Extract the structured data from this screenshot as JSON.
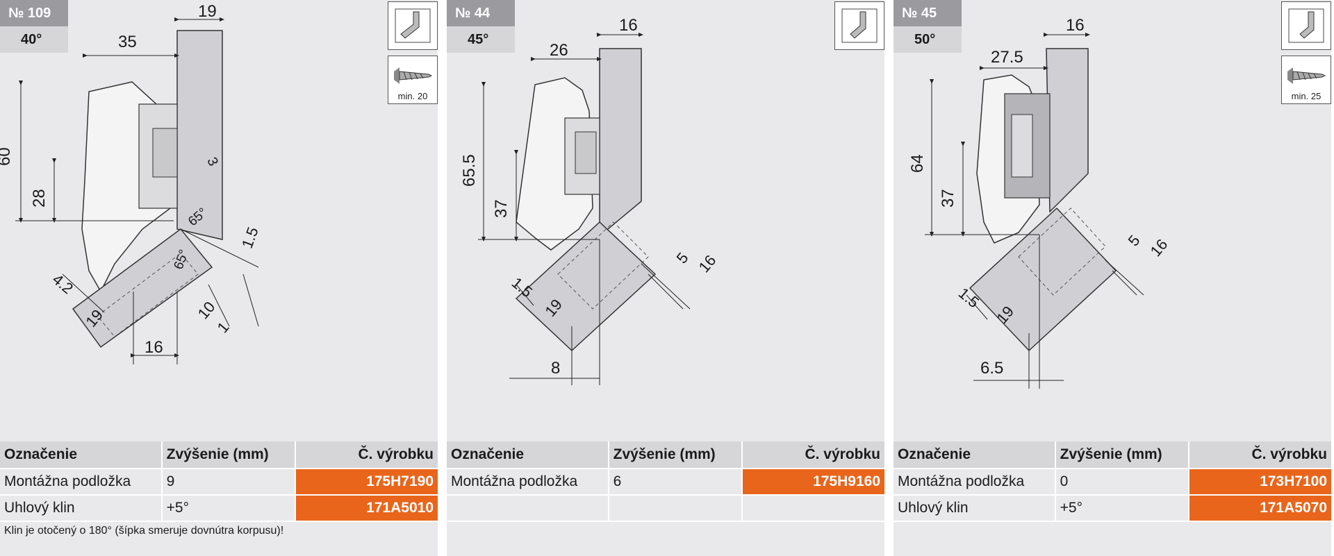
{
  "panels": [
    {
      "number": "№ 109",
      "angle": "40°",
      "dims": [
        "19",
        "35",
        "60",
        "28",
        "3",
        "65°",
        "65°",
        "1.5",
        "4.2",
        "19",
        "10",
        "1",
        "16"
      ],
      "screw_min": "min. 20",
      "table": {
        "headers": [
          "Označenie",
          "Zvýšenie (mm)",
          "Č. výrobku"
        ],
        "rows": [
          [
            "Montážna podložka",
            "9",
            "175H7190"
          ],
          [
            "Uhlový klin",
            "+5°",
            "171A5010"
          ]
        ]
      },
      "note": "Klin je otočený o 180° (šípka smeruje dovnútra korpusu)!"
    },
    {
      "number": "№ 44",
      "angle": "45°",
      "dims": [
        "16",
        "26",
        "65.5",
        "37",
        "5",
        "16",
        "1.5",
        "19",
        "8"
      ],
      "table": {
        "headers": [
          "Označenie",
          "Zvýšenie (mm)",
          "Č. výrobku"
        ],
        "rows": [
          [
            "Montážna podložka",
            "6",
            "175H9160"
          ]
        ]
      }
    },
    {
      "number": "№ 45",
      "angle": "50°",
      "dims": [
        "16",
        "27.5",
        "64",
        "37",
        "5",
        "16",
        "1.5",
        "19",
        "6.5"
      ],
      "screw_min": "min. 25",
      "table": {
        "headers": [
          "Označenie",
          "Zvýšenie (mm)",
          "Č. výrobku"
        ],
        "rows": [
          [
            "Montážna podložka",
            "0",
            "173H7100"
          ],
          [
            "Uhlový klin",
            "+5°",
            "171A5070"
          ]
        ]
      }
    }
  ],
  "colors": {
    "orange": "#e8651b",
    "panel_bg": "#e9e9eb",
    "header_bg": "#d6d6d9",
    "badge_bg": "#9a9a9f"
  },
  "icons": [
    "hinge-mount-icon",
    "screw-icon"
  ]
}
